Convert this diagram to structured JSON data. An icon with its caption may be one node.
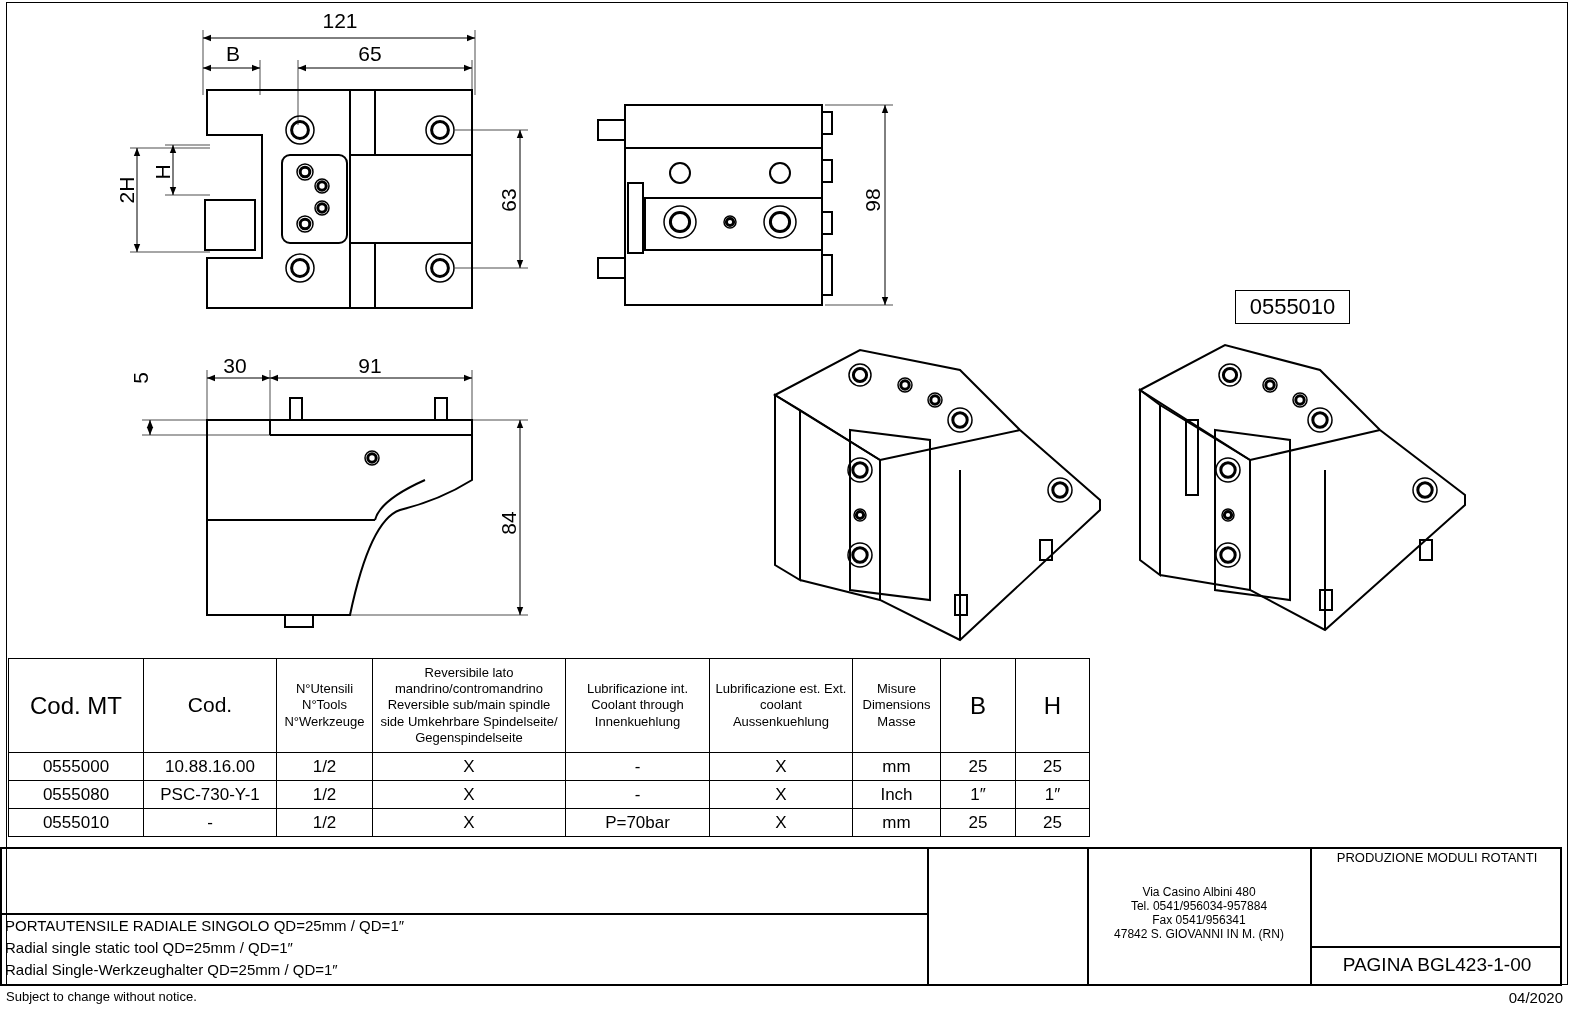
{
  "diagram": {
    "nodes": [
      {
        "text": [
          "0555010"
        ]
      }
    ],
    "labels": [
      "121",
      "B",
      "65",
      "2H",
      "H",
      "63",
      "98",
      "30",
      "91",
      "5",
      "84",
      "Cod. MT",
      "Cod.",
      "N°Utensili N°Tools N°Werkzeuge",
      "Reversibile lato mandrino/contromandrino Reversible sub/main spindle side Umkehrbare Spindelseite/ Gegenspindelseite",
      "Lubrificazione int. Coolant through Innenkuehlung",
      "Lubrificazione est. Ext. coolant Aussenkuehlung",
      "Misure Dimensions Masse",
      "B",
      "H",
      "0555000",
      "10.88.16.00",
      "1/2",
      "X",
      "-",
      "X",
      "mm",
      "25",
      "25",
      "0555080",
      "PSC-730-Y-1",
      "1/2",
      "X",
      "-",
      "X",
      "Inch",
      "1″",
      "1″",
      "0555010",
      "-",
      "1/2",
      "X",
      "P=70bar",
      "X",
      "mm",
      "25",
      "25",
      "PORTAUTENSILE RADIALE SINGOLO QD=25mm / QD=1″",
      "Radial single static tool QD=25mm / QD=1″",
      "Radial Single-Werkzeughalter QD=25mm / QD=1″",
      "Via Casino Albini 480",
      "Tel. 0541/956034-957884",
      "Fax 0541/956341",
      "47842 S. GIOVANNI IN M. (RN)",
      "PRODUZIONE MODULI ROTANTI",
      "PAGINA BGL423-1-00",
      "Subject to change without notice.",
      "04/2020"
    ]
  }
}
